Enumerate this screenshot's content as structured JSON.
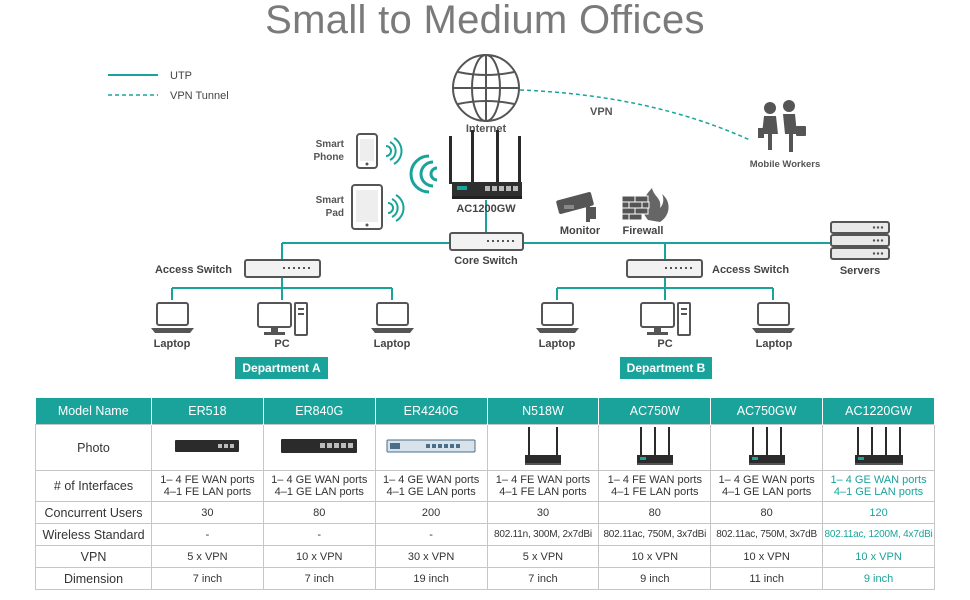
{
  "header": {
    "title": "Small to Medium Offices"
  },
  "legend": {
    "utp": "UTP",
    "vpn_tunnel": "VPN Tunnel"
  },
  "colors": {
    "accent": "#1aa39a",
    "line": "#1aa39a",
    "title": "#7a7a7a",
    "device": "#3a3a3a"
  },
  "diagram": {
    "internet": "Internet",
    "vpn": "VPN",
    "mobile_workers": "Mobile Workers",
    "smart_phone": [
      "Smart",
      "Phone"
    ],
    "smart_pad": [
      "Smart",
      "Pad"
    ],
    "gateway": "AC1200GW",
    "monitor": "Monitor",
    "firewall": "Firewall",
    "core_switch": "Core Switch",
    "servers": "Servers",
    "access_switch_left": "Access Switch",
    "access_switch_right": "Access Switch",
    "laptop": "Laptop",
    "pc": "PC",
    "dept_a": "Department A",
    "dept_b": "Department B",
    "icons": [
      "globe-icon",
      "wifi-icon",
      "smartphone-icon",
      "tablet-icon",
      "router-icon",
      "camera-icon",
      "firewall-icon",
      "switch-icon",
      "server-icon",
      "laptop-icon",
      "pc-icon",
      "people-icon"
    ]
  },
  "table": {
    "header_label": "Model Name",
    "models": [
      "ER518",
      "ER840G",
      "ER4240G",
      "N518W",
      "AC750W",
      "AC750GW",
      "AC1220GW"
    ],
    "rows": {
      "photo": "Photo",
      "interfaces": "# of Interfaces",
      "users": "Concurrent Users",
      "wireless": "Wireless Standard",
      "vpn": "VPN",
      "dimension": "Dimension"
    },
    "interfaces": [
      [
        "1– 4 FE WAN ports",
        "4–1 FE LAN ports"
      ],
      [
        "1– 4 GE WAN ports",
        "4–1 GE LAN ports"
      ],
      [
        "1– 4 GE WAN ports",
        "4–1 GE LAN ports"
      ],
      [
        "1– 4 FE WAN ports",
        "4–1 FE LAN ports"
      ],
      [
        "1– 4 FE WAN ports",
        "4–1 FE LAN ports"
      ],
      [
        "1– 4 GE WAN ports",
        "4–1 GE LAN ports"
      ],
      [
        "1– 4 GE WAN ports",
        "4–1 GE LAN ports"
      ]
    ],
    "users": [
      "30",
      "80",
      "200",
      "30",
      "80",
      "80",
      "120"
    ],
    "wireless": [
      "-",
      "-",
      "-",
      "802.11n, 300M, 2x7dBi",
      "802.11ac, 750M, 3x7dBi",
      "802.11ac, 750M, 3x7dB",
      "802.11ac, 1200M, 4x7dBi"
    ],
    "vpn": [
      "5 x VPN",
      "10 x VPN",
      "30 x VPN",
      "5 x VPN",
      "10 x VPN",
      "10 x VPN",
      "10 x VPN"
    ],
    "dimension": [
      "7 inch",
      "7 inch",
      "19 inch",
      "7 inch",
      "9 inch",
      "11 inch",
      "9 inch"
    ]
  }
}
